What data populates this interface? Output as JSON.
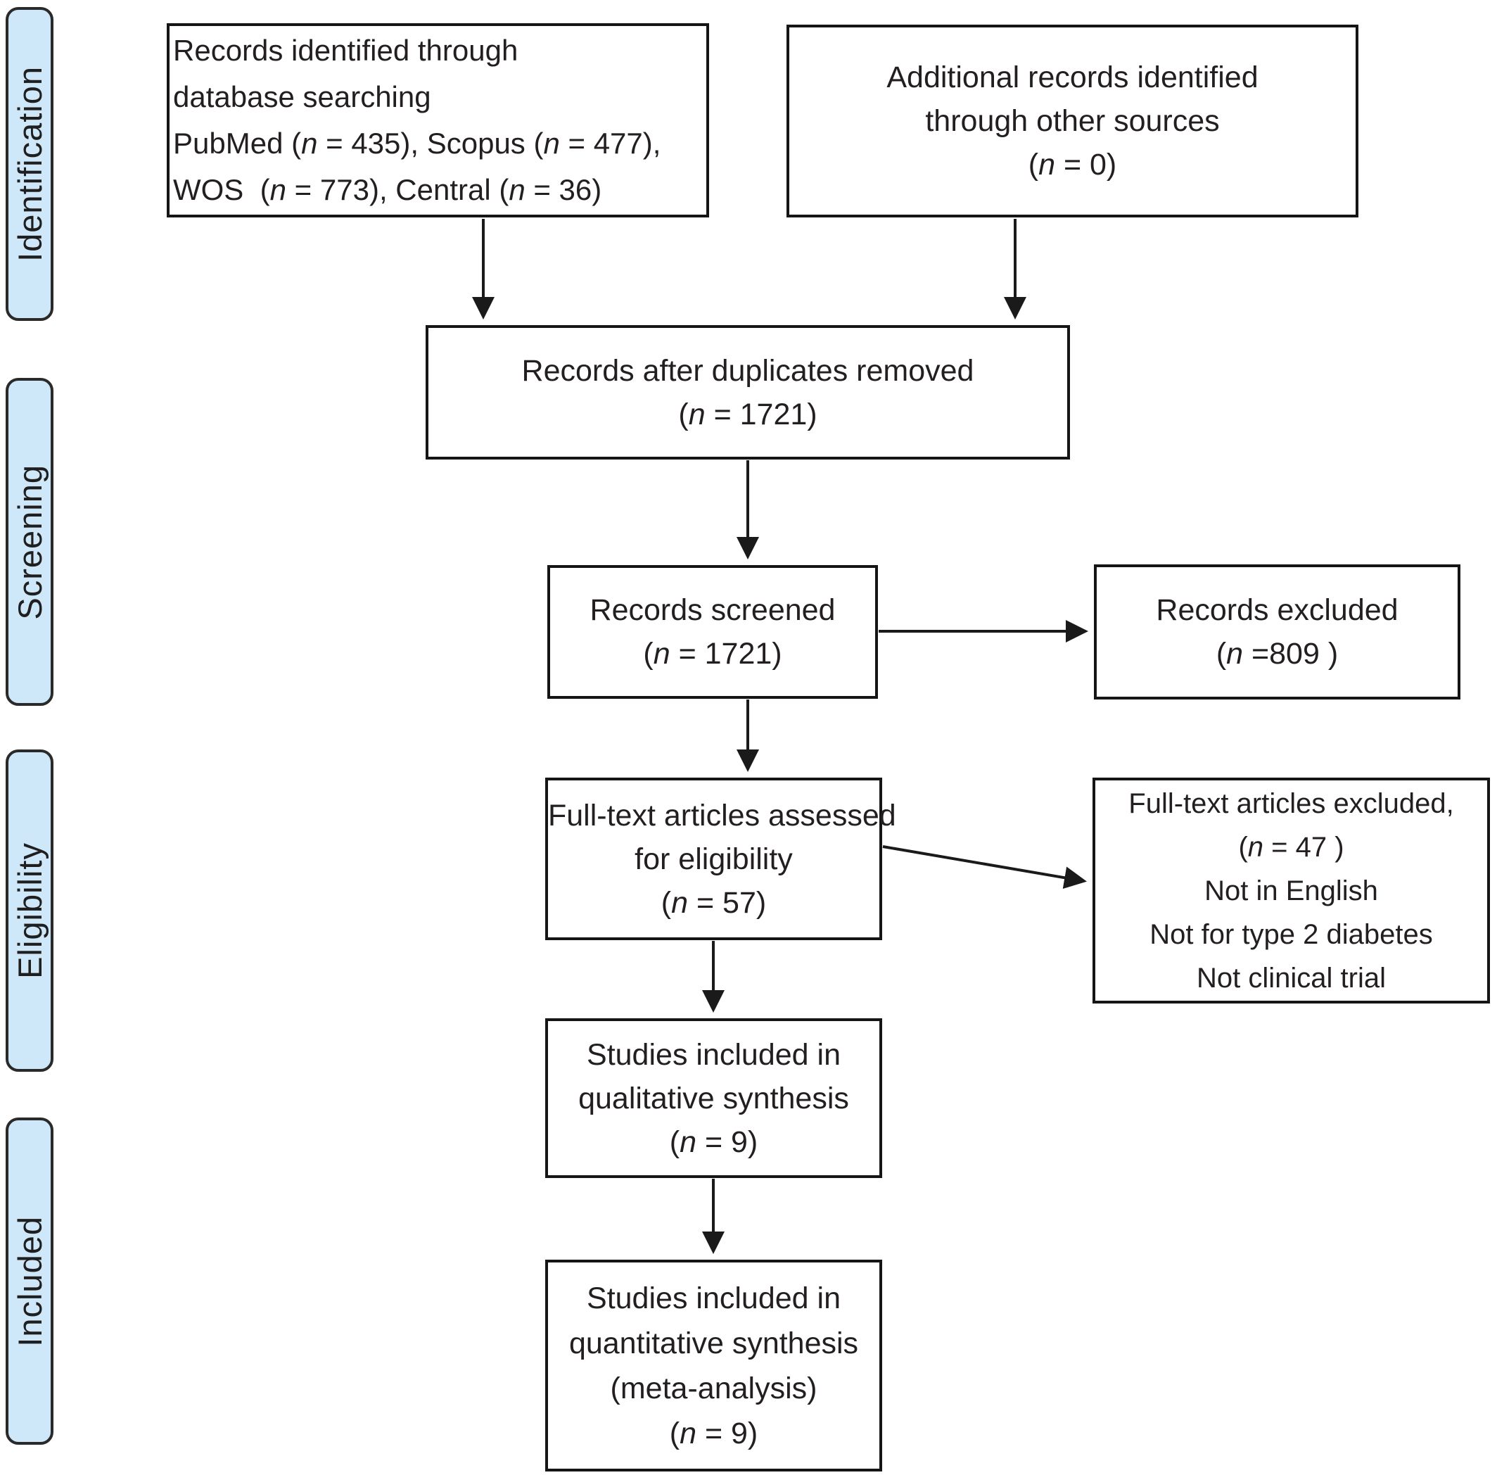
{
  "figure": {
    "type": "prisma-flow-diagram",
    "colors": {
      "stage_fill": "#cfe8f9",
      "stage_border": "#2a2a2a",
      "box_fill": "#ffffff",
      "box_border": "#151515",
      "arrow": "#1a1a1a",
      "text": "#231f20"
    }
  },
  "sidebar": {
    "stages": [
      {
        "label": "Identification"
      },
      {
        "label": "Screening"
      },
      {
        "label": "Eligibility"
      },
      {
        "label": "Included"
      }
    ]
  },
  "flow": {
    "boxes": [
      {
        "key": "identified",
        "lines": [
          "Records identified through",
          "database searching",
          "PubMed (n = 435), Scopus (n = 477),",
          "WOS  (n = 773), Central (n = 36)"
        ]
      },
      {
        "key": "additional",
        "lines": [
          "Additional records identified",
          "through other sources",
          "(n = 0)"
        ]
      },
      {
        "key": "deduped",
        "lines": [
          "Records after duplicates removed",
          "(n = 1721)"
        ]
      },
      {
        "key": "screened",
        "lines": [
          "Records screened",
          "(n = 1721)"
        ]
      },
      {
        "key": "excluded",
        "lines": [
          "Records excluded",
          "(n =809 )"
        ]
      },
      {
        "key": "fulltext_assessed",
        "lines": [
          "Full-text articles assessed",
          "for eligibility",
          "(n = 57)"
        ]
      },
      {
        "key": "fulltext_excluded",
        "lines": [
          "Full-text articles excluded,",
          "(n = 47 )",
          "Not in English",
          "Not for type 2 diabetes",
          "Not clinical trial"
        ]
      },
      {
        "key": "qualitative",
        "lines": [
          "Studies included in",
          "qualitative synthesis",
          "(n = 9)"
        ]
      },
      {
        "key": "quantitative",
        "lines": [
          "Studies included in",
          "quantitative synthesis",
          "(meta-analysis)",
          "(n = 9)"
        ]
      }
    ]
  }
}
